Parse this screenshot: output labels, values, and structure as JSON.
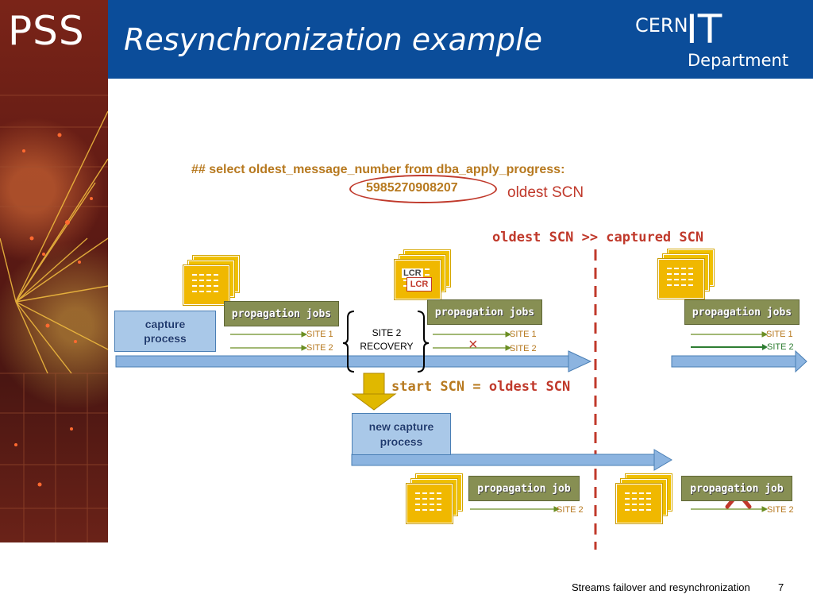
{
  "header": {
    "logo": "PSS",
    "title": "Resynchronization example",
    "org_logo_cern": "CERN",
    "org_logo_it": "IT",
    "org_logo_dept": "Department"
  },
  "query": {
    "sql": "## select oldest_message_number from dba_apply_progress:",
    "value": "5985270908207",
    "annotation": "oldest SCN"
  },
  "condition": "oldest SCN >> captured SCN",
  "start_scn": {
    "prefix": "start SCN = ",
    "value": "oldest SCN"
  },
  "capture_process": "capture\nprocess",
  "new_capture_process": "new capture\nprocess",
  "recovery": "SITE 2\nRECOVERY",
  "lcr_tag": "LCR",
  "lcr_tag_back": "LCR",
  "propagation": {
    "jobs_label": "propagation jobs",
    "job_label": "propagation job",
    "site1": "SITE 1",
    "site2": "SITE 2"
  },
  "failure_mark": "×",
  "colors": {
    "header_bg": "#0b4d9a",
    "accent_red": "#c0392b",
    "accent_gold": "#b7791f",
    "box_blue": "#a9c8e8",
    "box_olive": "#878f53",
    "doc_yellow": "#f0c000",
    "stream_arrow": "#8cb4e0"
  },
  "icons": [
    "document-stack-icon",
    "arrow-right-icon",
    "arrow-down-icon",
    "brace-icon",
    "cross-icon"
  ],
  "footer": {
    "text": "Streams failover and resynchronization",
    "page": "7"
  }
}
